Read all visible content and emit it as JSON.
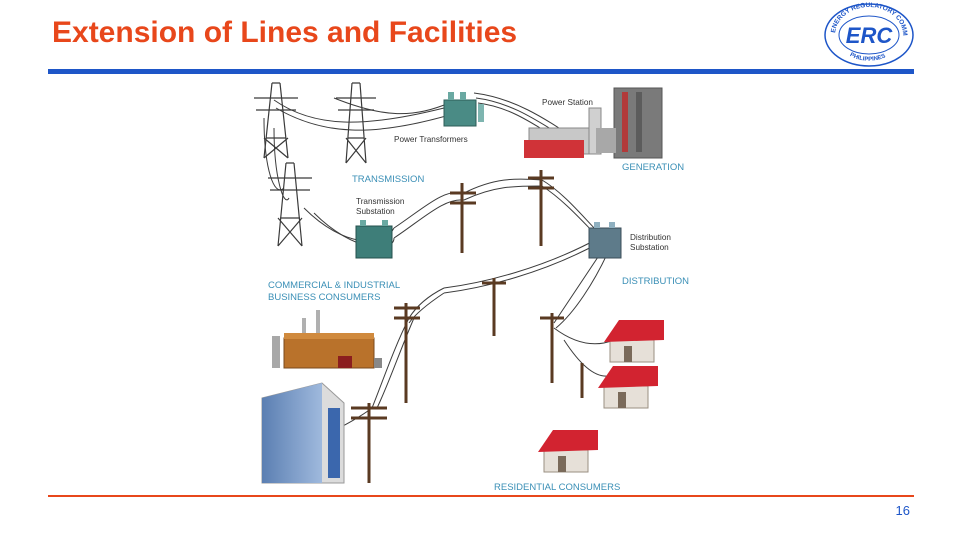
{
  "slide": {
    "title": "Extension of Lines and Facilities",
    "page_number": "16"
  },
  "logo": {
    "abbr": "ERC",
    "ring_text": "ENERGY REGULATORY COMMISSION",
    "country": "PHILIPPINES"
  },
  "diagram": {
    "labels": {
      "power_station": "Power Station",
      "power_transformers": "Power Transformers",
      "generation": "GENERATION",
      "transmission": "TRANSMISSION",
      "transmission_substation_line1": "Transmission",
      "transmission_substation_line2": "Substation",
      "distribution_substation_line1": "Distribution",
      "distribution_substation_line2": "Substation",
      "distribution": "DISTRIBUTION",
      "commercial_line1": "COMMERCIAL & INDUSTRIAL",
      "commercial_line2": "BUSINESS CONSUMERS",
      "residential": "RESIDENTIAL CONSUMERS"
    }
  }
}
